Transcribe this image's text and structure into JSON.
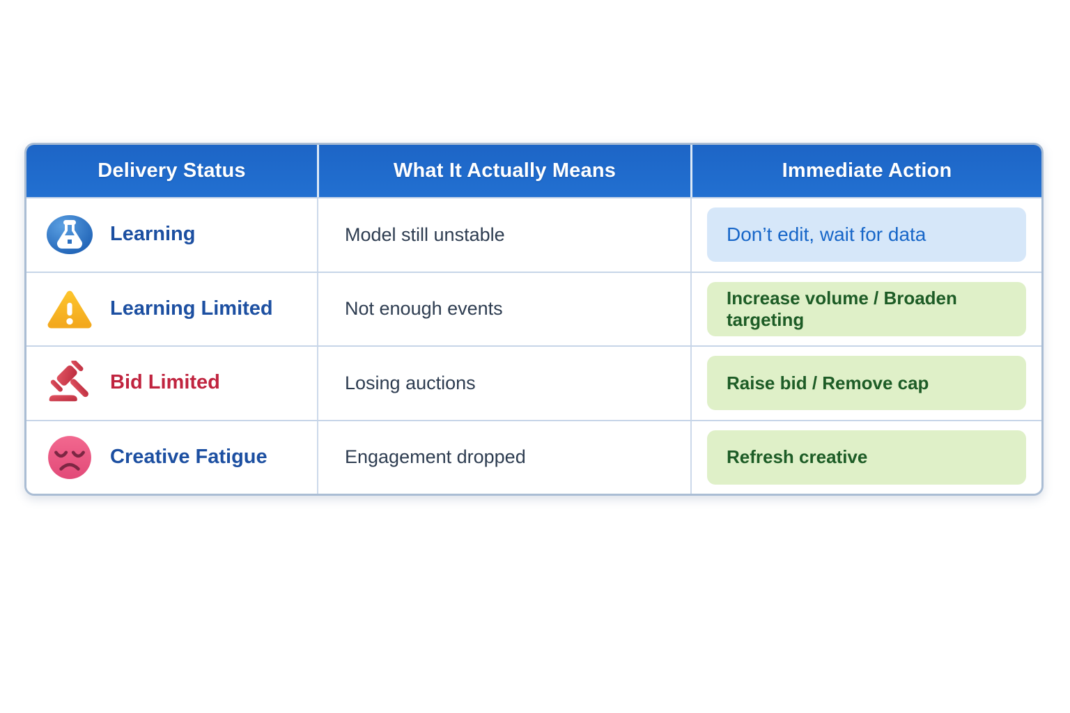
{
  "table": {
    "columns": [
      {
        "label": "Delivery Status"
      },
      {
        "label": "What It Actually Means"
      },
      {
        "label": "Immediate Action"
      }
    ],
    "rows": [
      {
        "status": "Learning",
        "icon": "flask-icon",
        "meaning": "Model still unstable",
        "action": "Don’t edit, wait for data",
        "action_style": "info"
      },
      {
        "status": "Learning Limited",
        "icon": "warning-icon",
        "meaning": "Not enough events",
        "action": "Increase volume / Broaden targeting",
        "action_style": "success"
      },
      {
        "status": "Bid Limited",
        "icon": "gavel-icon",
        "meaning": "Losing auctions",
        "action": "Raise bid / Remove cap",
        "action_style": "success"
      },
      {
        "status": "Creative Fatigue",
        "icon": "weary-face-icon",
        "meaning": "Engagement dropped",
        "action": "Refresh creative",
        "action_style": "success"
      }
    ],
    "colors": {
      "header_bg": "#2069cc",
      "header_text": "#ffffff",
      "status_text_blue": "#1c4fa1",
      "status_text_red": "#c0243f",
      "meaning_text": "#2d3c50",
      "pill_info_bg": "#d6e7f9",
      "pill_info_text": "#1766c8",
      "pill_success_bg": "#dff0c8",
      "pill_success_text": "#1d5c26",
      "border": "#aabdd4"
    }
  },
  "chart_data": {
    "type": "table",
    "columns": [
      "Delivery Status",
      "What It Actually Means",
      "Immediate Action"
    ],
    "rows": [
      [
        "Learning",
        "Model still unstable",
        "Don’t edit, wait for data"
      ],
      [
        "Learning Limited",
        "Not enough events",
        "Increase volume / Broaden targeting"
      ],
      [
        "Bid Limited",
        "Losing auctions",
        "Raise bid / Remove cap"
      ],
      [
        "Creative Fatigue",
        "Engagement dropped",
        "Refresh creative"
      ]
    ]
  }
}
